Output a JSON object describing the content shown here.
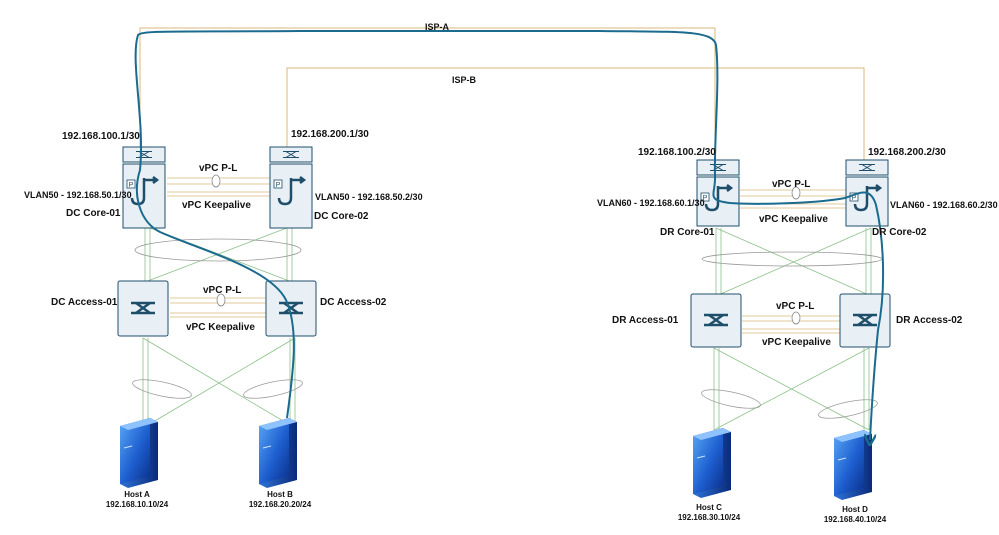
{
  "links": {
    "isp_a": "ISP-A",
    "isp_b": "ISP-B"
  },
  "dc": {
    "core01": {
      "name": "DC Core-01",
      "uplink_ip": "192.168.100.1/30",
      "vlan": "VLAN50 - 192.168.50.1/30"
    },
    "core02": {
      "name": "DC Core-02",
      "uplink_ip": "192.168.200.1/30",
      "vlan": "VLAN50 - 192.168.50.2/30"
    },
    "core_peer_link": "vPC P-L",
    "core_keepalive": "vPC Keepalive",
    "access01": {
      "name": "DC Access-01"
    },
    "access02": {
      "name": "DC Access-02"
    },
    "access_peer_link": "vPC P-L",
    "access_keepalive": "vPC Keepalive",
    "host_a": {
      "name": "Host A",
      "ip": "192.168.10.10/24"
    },
    "host_b": {
      "name": "Host B",
      "ip": "192.168.20.20/24"
    }
  },
  "dr": {
    "core01": {
      "name": "DR Core-01",
      "uplink_ip": "192.168.100.2/30",
      "vlan": "VLAN60 - 192.168.60.1/30"
    },
    "core02": {
      "name": "DR Core-02",
      "uplink_ip": "192.168.200.2/30",
      "vlan": "VLAN60 - 192.168.60.2/30"
    },
    "core_peer_link": "vPC P-L",
    "core_keepalive": "vPC Keepalive",
    "access01": {
      "name": "DR Access-01"
    },
    "access02": {
      "name": "DR Access-02"
    },
    "access_peer_link": "vPC P-L",
    "access_keepalive": "vPC Keepalive",
    "host_c": {
      "name": "Host C",
      "ip": "192.168.30.10/24"
    },
    "host_d": {
      "name": "Host D",
      "ip": "192.168.40.10/24"
    }
  },
  "colors": {
    "device_fill": "#e9f0f5",
    "device_stroke": "#1f4e6b",
    "isp_line": "#d9b77a",
    "green_line": "#8cc08a",
    "traffic_path": "#1b6b8f"
  }
}
